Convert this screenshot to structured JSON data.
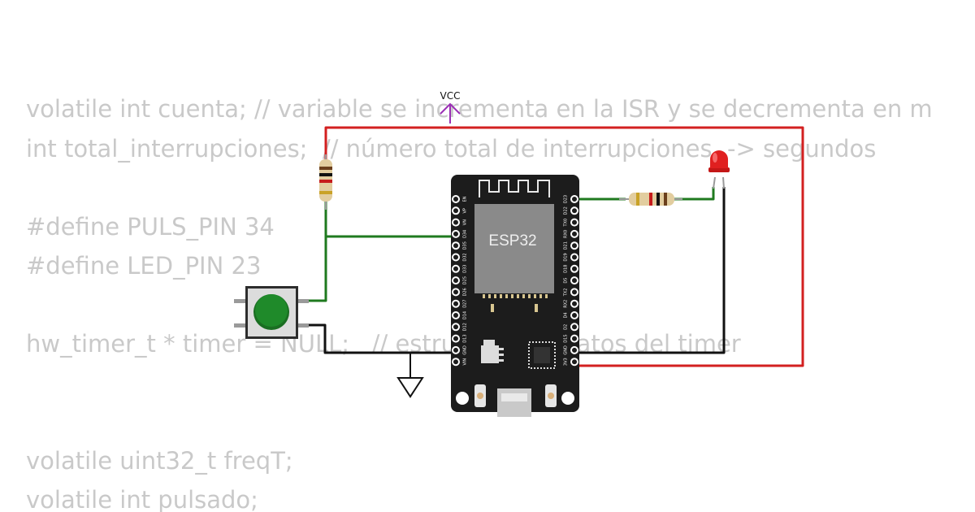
{
  "code_lines": [
    "volatile int cuenta; // variable se incrementa en la ISR y se decrementa en m",
    "int total_interrupciones;  // número total de interrupciones  -> segundos",
    "#define PULS_PIN 34",
    "#define LED_PIN 23",
    "hw_timer_t * timer = NULL;   // estructura de datos del timer",
    "volatile uint32_t freqT;",
    "volatile int pulsado;"
  ],
  "circuit": {
    "vcc_label": "VCC",
    "board_label": "ESP32",
    "left_pins": [
      "EN",
      "VP",
      "VN",
      "D34",
      "D35",
      "D32",
      "D33",
      "D25",
      "D26",
      "D27",
      "D14",
      "D12",
      "D13",
      "GND",
      "VIN"
    ],
    "right_pins": [
      "D23",
      "D22",
      "TX0",
      "RX0",
      "D21",
      "D19",
      "D18",
      "D5",
      "TX2",
      "RX2",
      "D4",
      "D2",
      "D15",
      "GND",
      "3V3"
    ]
  },
  "colors": {
    "code_text": "#c9c9c9",
    "wire_red": "#d32020",
    "wire_green": "#1f7a1f",
    "wire_black": "#111111",
    "vcc_symbol": "#9b30b5",
    "board": "#1c1c1c",
    "chip": "#8a8a8a",
    "button_green": "#1f8a2a",
    "led_red": "#e02020"
  }
}
